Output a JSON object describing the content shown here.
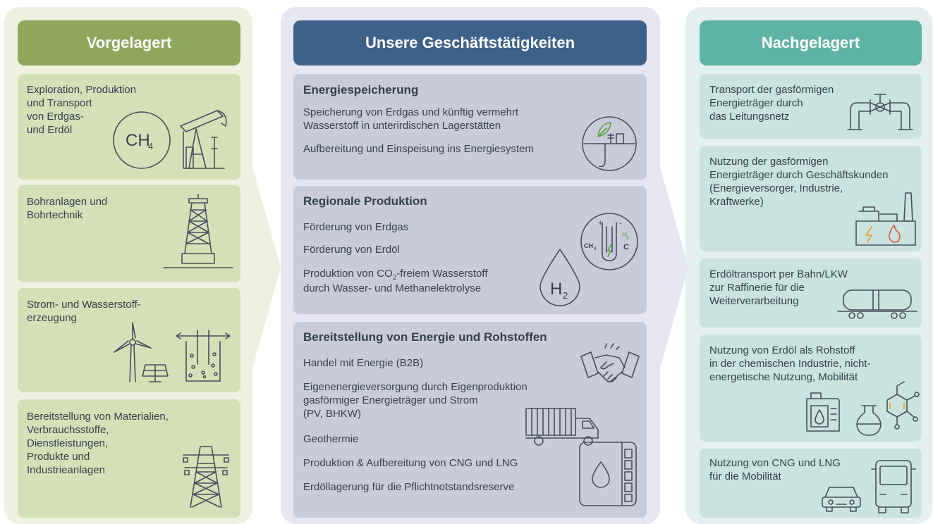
{
  "upstream": {
    "title": "Vorgelagert",
    "items": [
      {
        "lines": [
          "Exploration, Produktion",
          "und Transport",
          "von Erdgas-",
          "und Erdöl"
        ],
        "icon_text": "CH",
        "icon_sub": "4"
      },
      {
        "lines": [
          "Bohranlagen und",
          "Bohrtechnik"
        ]
      },
      {
        "lines": [
          "Strom- und Wasserstoff-",
          "erzeugung"
        ]
      },
      {
        "lines": [
          "Bereitstellung von Materialien,",
          "Verbrauchsstoffe,",
          "Dienstleistungen,",
          "Produkte und",
          "Industrieanlagen"
        ]
      }
    ]
  },
  "business": {
    "title": "Unsere Geschäftstätigkeiten",
    "sections": [
      {
        "heading": "Energiespeicherung",
        "lines": [
          "Speicherung von Erdgas und künftig vermehrt",
          "Wasserstoff in unterirdischen Lagerstätten",
          "Aufbereitung und Einspeisung ins Energiesystem"
        ]
      },
      {
        "heading": "Regionale Produktion",
        "lines": [
          "Förderung von Erdgas",
          "Förderung von Erdöl",
          "Produktion von CO",
          "-freiem Wasserstoff",
          "durch Wasser- und Methanelektrolyse"
        ],
        "co2_sub": "2",
        "h2_text": "H",
        "h2_sub": "2",
        "cell_labels": {
          "plus": "+",
          "minus": "-",
          "ch4": "CH",
          "ch4_sub": "4",
          "h2": "H",
          "h2_sub": "2",
          "c": "C"
        }
      },
      {
        "heading": "Bereitstellung von Energie und Rohstoffen",
        "lines": [
          "Handel mit Energie (B2B)",
          "Eigenenergieversorgung durch Eigenproduktion",
          "gasförmiger Energieträger und Strom",
          "(PV, BHKW)",
          "Geothermie",
          "Produktion & Aufbereitung von CNG und LNG",
          "Erdöllagerung für die Pflichtnotstandsreserve"
        ]
      }
    ]
  },
  "downstream": {
    "title": "Nachgelagert",
    "items": [
      {
        "lines": [
          "Transport der gasförmigen",
          "Energieträger durch",
          "das Leitungsnetz"
        ]
      },
      {
        "lines": [
          "Nutzung der gasförmigen",
          "Energieträger durch Geschäftskunden",
          "(Energieversorger, Industrie,",
          "Kraftwerke)"
        ]
      },
      {
        "lines": [
          "Erdöltransport per Bahn/LKW",
          "zur Raffinerie für die",
          "Weiterverarbeitung"
        ]
      },
      {
        "lines": [
          "Nutzung von Erdöl als Rohstoff",
          "in der chemischen Industrie, nicht-",
          "energetische Nutzung, Mobilität"
        ]
      },
      {
        "lines": [
          "Nutzung von CNG und LNG",
          "für die Mobilität"
        ]
      }
    ]
  },
  "colors": {
    "upstream": "#8ea75b",
    "business": "#3e6189",
    "downstream": "#5fb3a4",
    "icon_green": "#5aa33a",
    "icon_yellow": "#e6a321",
    "icon_red": "#e2573f"
  }
}
